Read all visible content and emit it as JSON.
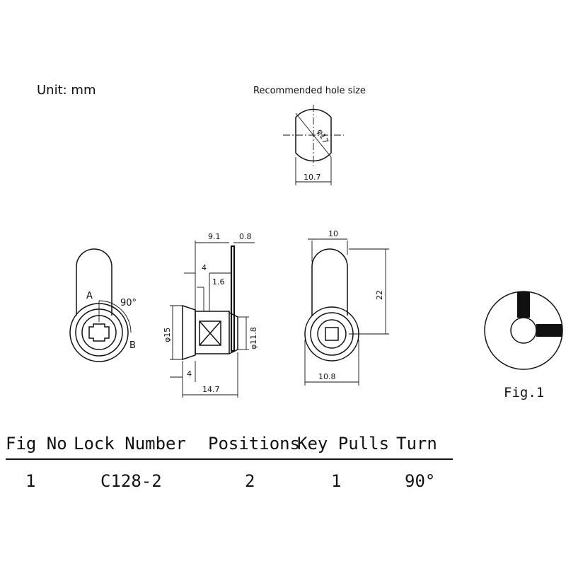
{
  "unit_label": "Unit: mm",
  "hole": {
    "title": "Recommended hole size",
    "diameter": "φ17",
    "flat_width": "10.7"
  },
  "front_view": {
    "pos_a": "A",
    "pos_b": "B",
    "angle": "90°"
  },
  "side_view": {
    "len_9_1": "9.1",
    "len_0_8": "0.8",
    "len_4_top": "4",
    "len_1_6": "1.6",
    "dia_15": "φ15",
    "dia_11_8": "φ11.8",
    "len_4_bottom": "4",
    "len_14_7": "14.7"
  },
  "back_view": {
    "width_10": "10",
    "height_22": "22",
    "width_10_8": "10.8"
  },
  "figure_label": "Fig.1",
  "table": {
    "headers": [
      "Fig No",
      "Lock Number",
      "Positions",
      "Key Pulls",
      "Turn"
    ],
    "row": [
      "1",
      "C128-2",
      "2",
      "1",
      "90°"
    ]
  }
}
